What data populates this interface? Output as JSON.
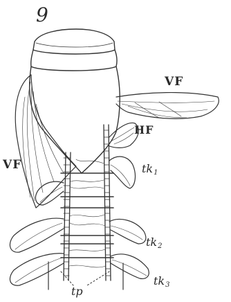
{
  "figure": {
    "number": "9",
    "labels": {
      "vf_right": "VF",
      "hf": "HF",
      "vf_left": "VF",
      "tk1": "tk",
      "tk1_sub": "1",
      "tk2": "tk",
      "tk2_sub": "2",
      "tk3": "tk",
      "tk3_sub": "3",
      "tp": "tp"
    }
  }
}
